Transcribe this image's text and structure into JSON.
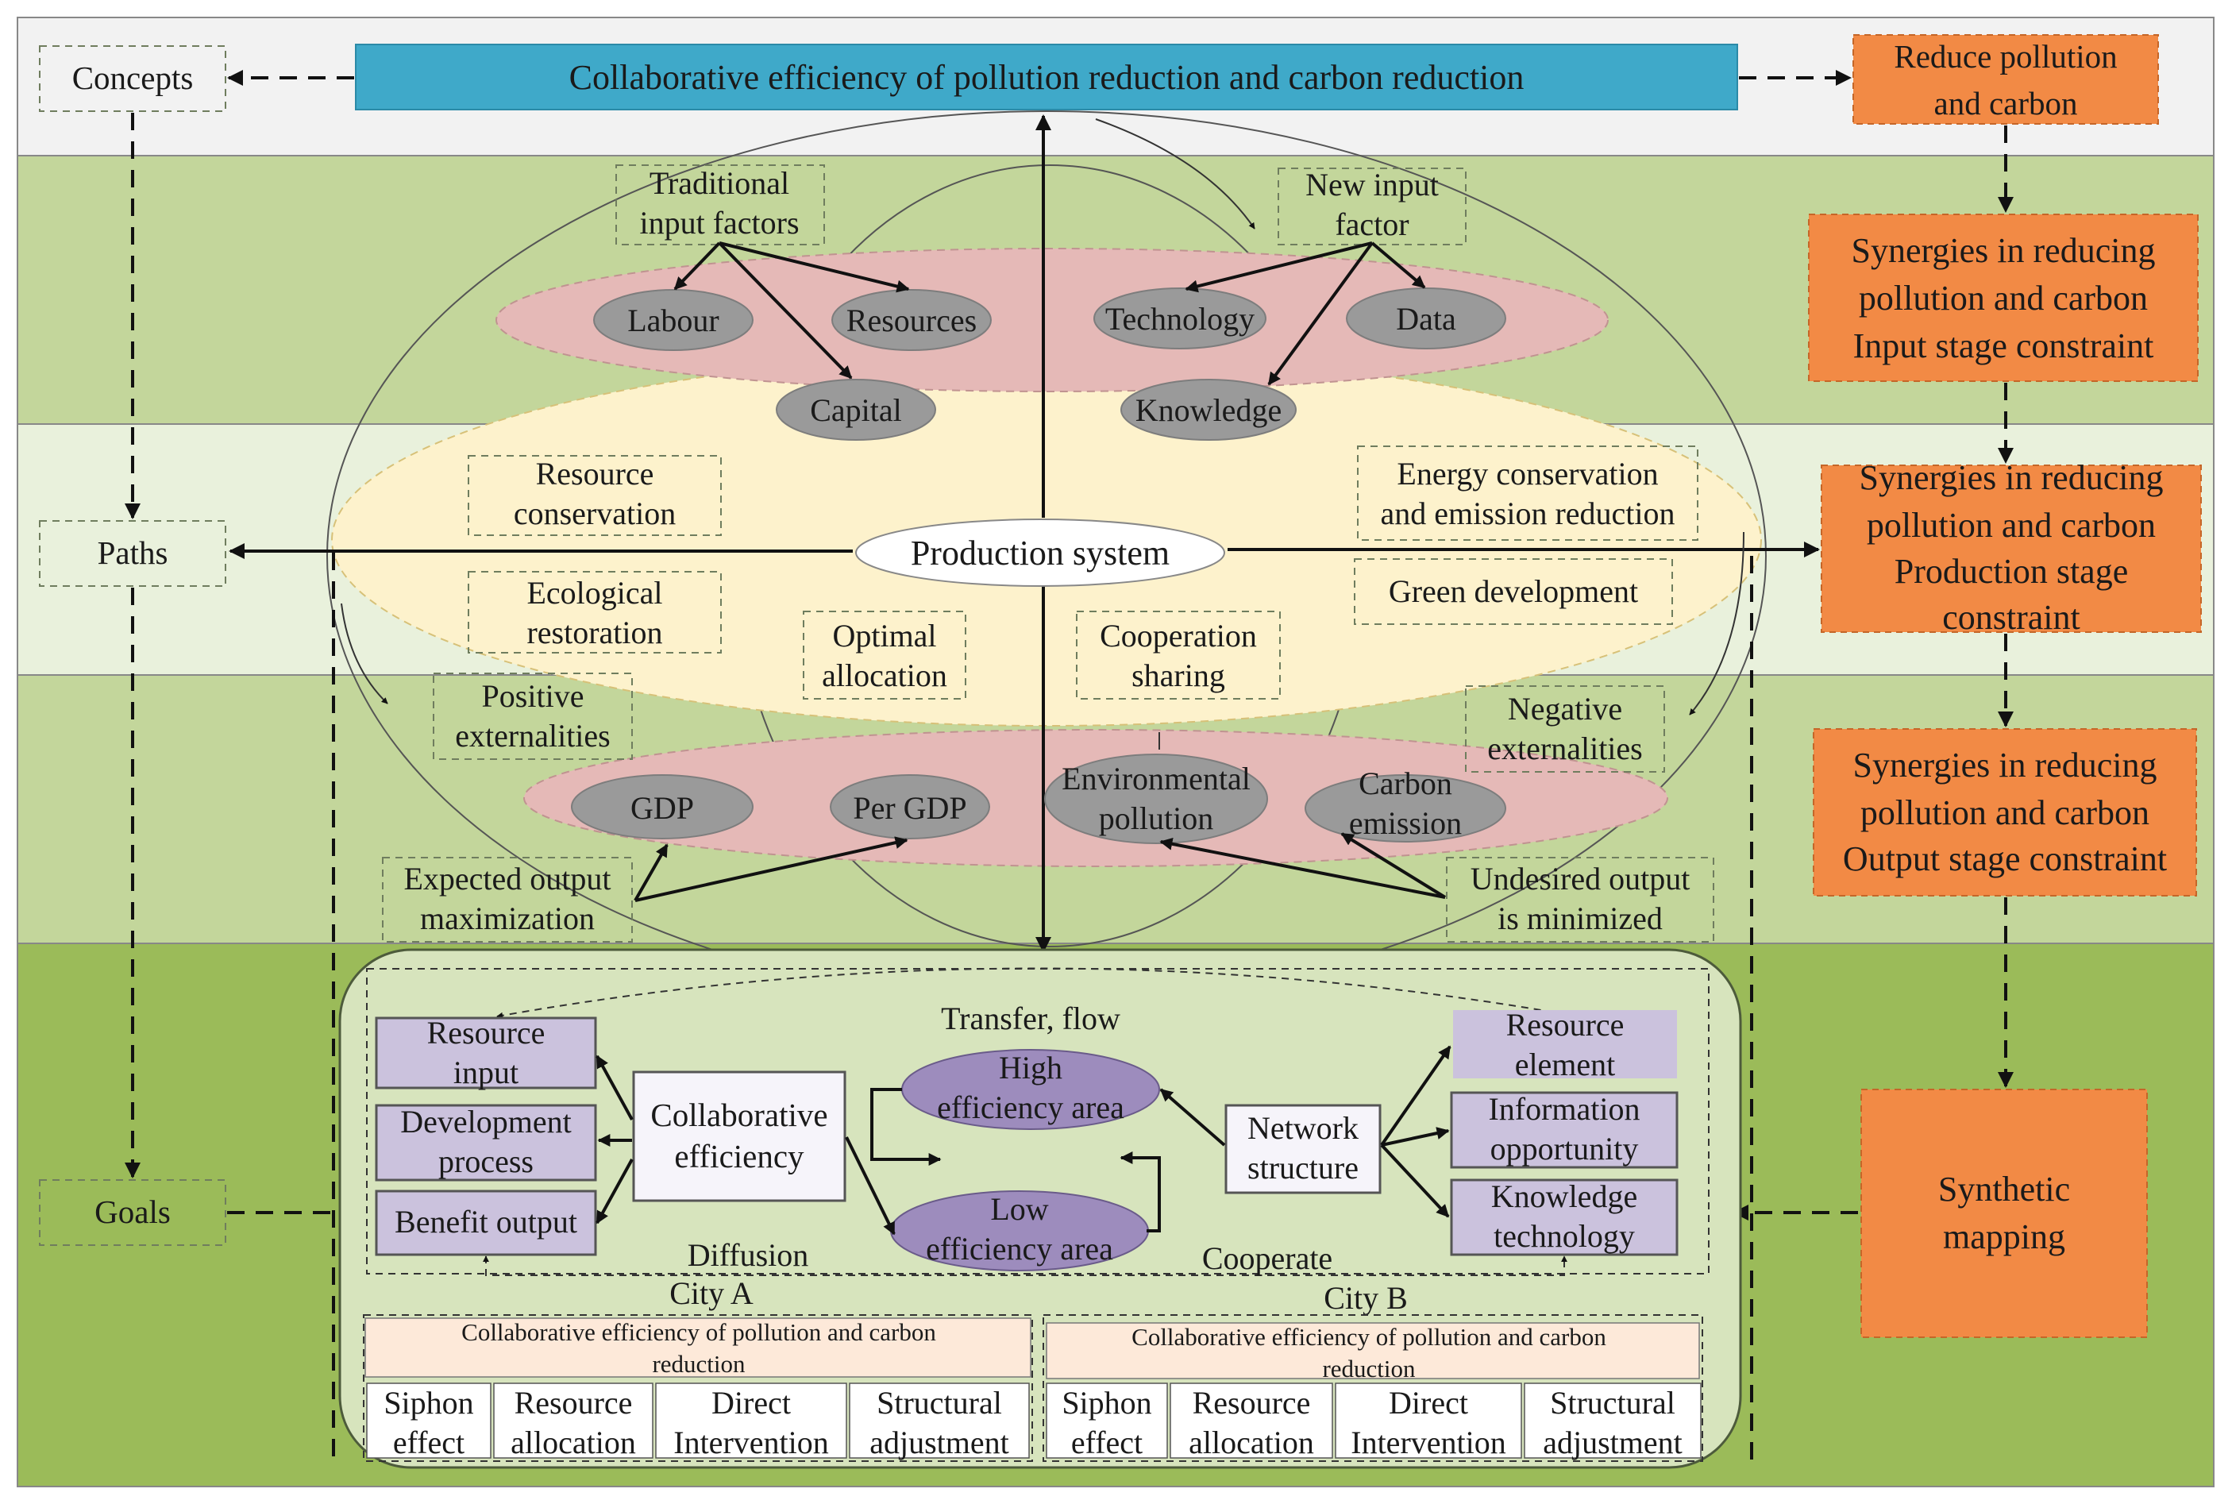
{
  "title": "Collaborative efficiency of pollution reduction and carbon reduction",
  "left_column": {
    "concepts": "Concepts",
    "paths": "Paths",
    "goals": "Goals"
  },
  "right_column": {
    "reduce": [
      "Reduce pollution",
      "and carbon"
    ],
    "input_stage": [
      "Synergies in reducing",
      "pollution and carbon",
      "Input stage constraint"
    ],
    "production_stage": [
      "Synergies in reducing",
      "pollution and carbon",
      "Production stage",
      "constraint"
    ],
    "output_stage": [
      "Synergies in reducing",
      "pollution and carbon",
      "Output stage constraint"
    ],
    "synthetic": [
      "Synthetic",
      "mapping"
    ]
  },
  "inputs": {
    "traditional": [
      "Traditional",
      "input factors"
    ],
    "new": [
      "New input",
      "factor"
    ],
    "labour": "Labour",
    "resources": "Resources",
    "capital": "Capital",
    "technology": "Technology",
    "data": "Data",
    "knowledge": "Knowledge"
  },
  "production": {
    "center": "Production system",
    "resource_conservation": [
      "Resource",
      "conservation"
    ],
    "ecological_restoration": [
      "Ecological",
      "restoration"
    ],
    "optimal_allocation": [
      "Optimal",
      "allocation"
    ],
    "cooperation_sharing": [
      "Cooperation",
      "sharing"
    ],
    "energy_conservation": [
      "Energy conservation",
      "and emission reduction"
    ],
    "green_development": "Green development"
  },
  "outputs": {
    "positive": [
      "Positive",
      "externalities"
    ],
    "negative": [
      "Negative",
      "externalities"
    ],
    "gdp": "GDP",
    "per_gdp": "Per GDP",
    "env_pollution": [
      "Environmental",
      "pollution"
    ],
    "carbon_emission": [
      "Carbon",
      "emission"
    ],
    "expected": [
      "Expected output",
      "maximization"
    ],
    "undesired": [
      "Undesired output",
      "is minimized"
    ]
  },
  "bottom": {
    "transfer_flow": "Transfer, flow",
    "resource_input": [
      "Resource",
      "input"
    ],
    "development_process": [
      "Development",
      "process"
    ],
    "benefit_output": "Benefit output",
    "collab_efficiency": [
      "Collaborative",
      "efficiency"
    ],
    "high_efficiency": [
      "High",
      "efficiency area"
    ],
    "low_efficiency": [
      "Low",
      "efficiency area"
    ],
    "network_structure": [
      "Network",
      "structure"
    ],
    "resource_element": [
      "Resource",
      "element"
    ],
    "information_opportunity": [
      "Information",
      "opportunity"
    ],
    "knowledge_technology": [
      "Knowledge",
      "technology"
    ],
    "diffusion": "Diffusion",
    "cooperate": "Cooperate",
    "city_a": "City A",
    "city_b": "City B",
    "city_header": [
      "Collaborative efficiency of pollution  and carbon",
      "reduction"
    ],
    "city_cells": [
      [
        "Siphon",
        "effect"
      ],
      [
        "Resource",
        "allocation"
      ],
      [
        "Direct",
        "Intervention"
      ],
      [
        "Structural",
        "adjustment"
      ]
    ]
  },
  "colors": {
    "title_bar": "#3fa9c9",
    "band_light": "#f2f2f2",
    "band_green": "#c3d69b",
    "band_pale": "#e9f1dc",
    "band_dark": "#9bbb59",
    "pink_ellipse": "#e5b9b7",
    "cream_ellipse": "#fdf2cc",
    "orange_box": "#f28a45",
    "purple_box": "#cbc2dd",
    "purple_ellipse": "#9d8cbd",
    "gray_ellipse": "#9a9a9a"
  }
}
